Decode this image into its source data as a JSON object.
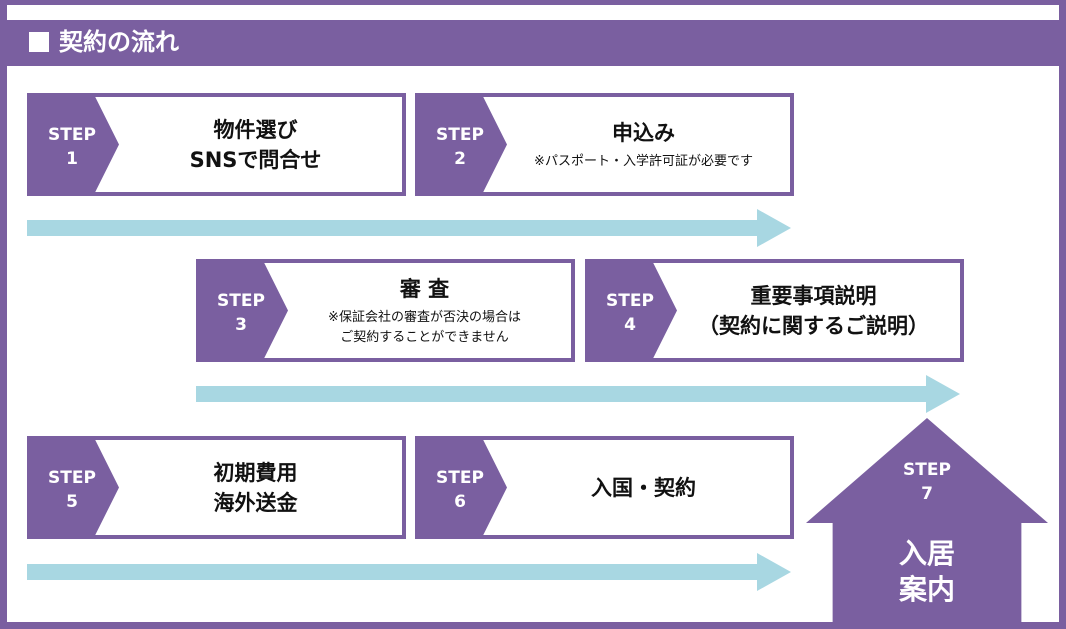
{
  "title": "契約の流れ",
  "steps": [
    {
      "tab": [
        "STEP",
        "1"
      ],
      "main": [
        "物件選び",
        "SNSで問合せ"
      ],
      "note": []
    },
    {
      "tab": [
        "STEP",
        "2"
      ],
      "main": [
        "申込み"
      ],
      "note": [
        "※パスポート・入学許可証が必要です"
      ]
    },
    {
      "tab": [
        "STEP",
        "3"
      ],
      "main": [
        "審 査"
      ],
      "note": [
        "※保証会社の審査が否決の場合は",
        "ご契約することができません"
      ]
    },
    {
      "tab": [
        "STEP",
        "4"
      ],
      "main": [
        "重要事項説明",
        "（契約に関するご説明）"
      ],
      "note": []
    },
    {
      "tab": [
        "STEP",
        "5"
      ],
      "main": [
        "初期費用",
        "海外送金"
      ],
      "note": []
    },
    {
      "tab": [
        "STEP",
        "6"
      ],
      "main": [
        "入国・契約"
      ],
      "note": []
    }
  ],
  "final_step": {
    "tab": [
      "STEP",
      "7"
    ],
    "main": [
      "入居",
      "案内"
    ]
  },
  "colors": {
    "purple": "#7a5fa0",
    "arrow": "#a8d7e2",
    "background": "#ffffff"
  }
}
